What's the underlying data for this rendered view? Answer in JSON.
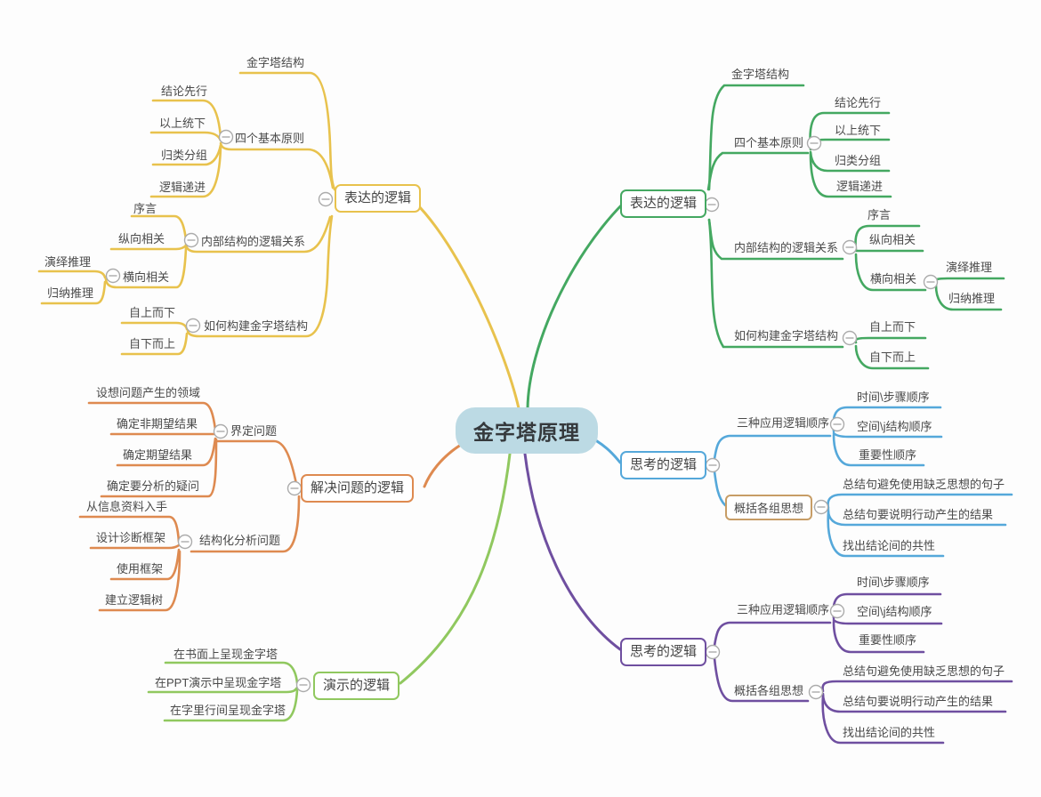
{
  "central_topic": {
    "label": "金字塔原理",
    "fill_color": "#BCDAE4"
  },
  "branches": [
    {
      "label": "表达的逻辑",
      "side": "left",
      "color": "#E8C24D",
      "children": [
        {
          "label": "金字塔结构"
        },
        {
          "label": "四个基本原则",
          "children": [
            {
              "label": "结论先行"
            },
            {
              "label": "以上统下"
            },
            {
              "label": "归类分组"
            },
            {
              "label": "逻辑递进"
            }
          ]
        },
        {
          "label": "内部结构的逻辑关系",
          "children": [
            {
              "label": "序言"
            },
            {
              "label": "纵向相关"
            },
            {
              "label": "横向相关",
              "children": [
                {
                  "label": "演绎推理"
                },
                {
                  "label": "归纳推理"
                }
              ]
            }
          ]
        },
        {
          "label": "如何构建金字塔结构",
          "children": [
            {
              "label": "自上而下"
            },
            {
              "label": "自下而上"
            }
          ]
        }
      ]
    },
    {
      "label": "解决问题的逻辑",
      "side": "left",
      "color": "#DE8A50",
      "children": [
        {
          "label": "界定问题",
          "children": [
            {
              "label": "设想问题产生的领域"
            },
            {
              "label": "确定非期望结果"
            },
            {
              "label": "确定期望结果"
            },
            {
              "label": "确定要分析的疑问"
            }
          ]
        },
        {
          "label": "结构化分析问题",
          "children": [
            {
              "label": "从信息资料入手"
            },
            {
              "label": "设计诊断框架"
            },
            {
              "label": "使用框架"
            },
            {
              "label": "建立逻辑树"
            }
          ]
        }
      ]
    },
    {
      "label": "演示的逻辑",
      "side": "left",
      "color": "#90C85F",
      "children": [
        {
          "label": "在书面上呈现金字塔"
        },
        {
          "label": "在PPT演示中呈现金字塔"
        },
        {
          "label": "在字里行间呈现金字塔"
        }
      ]
    },
    {
      "label": "表达的逻辑",
      "side": "right",
      "color": "#44A861",
      "children": [
        {
          "label": "金字塔结构"
        },
        {
          "label": "四个基本原则",
          "children": [
            {
              "label": "结论先行"
            },
            {
              "label": "以上统下"
            },
            {
              "label": "归类分组"
            },
            {
              "label": "逻辑递进"
            }
          ]
        },
        {
          "label": "内部结构的逻辑关系",
          "children": [
            {
              "label": "序言"
            },
            {
              "label": "纵向相关"
            },
            {
              "label": "横向相关",
              "children": [
                {
                  "label": "演绎推理"
                },
                {
                  "label": "归纳推理"
                }
              ]
            }
          ]
        },
        {
          "label": "如何构建金字塔结构",
          "children": [
            {
              "label": "自上而下"
            },
            {
              "label": "自下而上"
            }
          ]
        }
      ]
    },
    {
      "label": "思考的逻辑",
      "side": "right",
      "color": "#55A8DA",
      "children": [
        {
          "label": "三种应用逻辑顺序",
          "children": [
            {
              "label": "时间\\步骤顺序"
            },
            {
              "label": "空间\\j结构顺序"
            },
            {
              "label": "重要性顺序"
            }
          ]
        },
        {
          "label": "概括各组思想",
          "highlight_border": "#C79D66",
          "children": [
            {
              "label": "总结句避免使用缺乏思想的句子"
            },
            {
              "label": "总结句要说明行动产生的结果"
            },
            {
              "label": "找出结论间的共性"
            }
          ]
        }
      ]
    },
    {
      "label": "思考的逻辑",
      "side": "right",
      "color": "#6F4FA0",
      "children": [
        {
          "label": "三种应用逻辑顺序",
          "children": [
            {
              "label": "时间\\步骤顺序"
            },
            {
              "label": "空间\\j结构顺序"
            },
            {
              "label": "重要性顺序"
            }
          ]
        },
        {
          "label": "概括各组思想",
          "children": [
            {
              "label": "总结句避免使用缺乏思想的句子"
            },
            {
              "label": "总结句要说明行动产生的结果"
            },
            {
              "label": "找出结论间的共性"
            }
          ]
        }
      ]
    }
  ]
}
